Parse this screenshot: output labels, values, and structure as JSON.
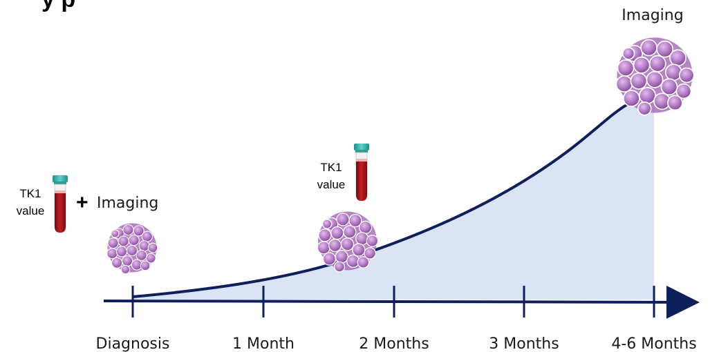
{
  "title_fragment": "y  p",
  "timeline": {
    "ticks": [
      "Diagnosis",
      "1 Month",
      "2 Months",
      "3 Months",
      "4-6 Months"
    ]
  },
  "annotations": {
    "diagnosis": {
      "tk1_line1": "TK1",
      "tk1_line2": "value",
      "plus": "+",
      "imaging": "Imaging"
    },
    "two_months": {
      "tk1_line1": "TK1",
      "tk1_line2": "value"
    },
    "final": {
      "imaging": "Imaging"
    }
  },
  "colors": {
    "curve": "#0f1f5c",
    "area_fill": "#dbe4f4",
    "axis": "#0f1f5c",
    "tumor": "#a56cb2",
    "tumor_cell": "#8c4d9c",
    "tube_blood": "#a0141a",
    "tube_cap": "#3aafa9"
  },
  "icons": {
    "tumor": "tumor-cluster-icon",
    "tube": "blood-tube-icon"
  }
}
